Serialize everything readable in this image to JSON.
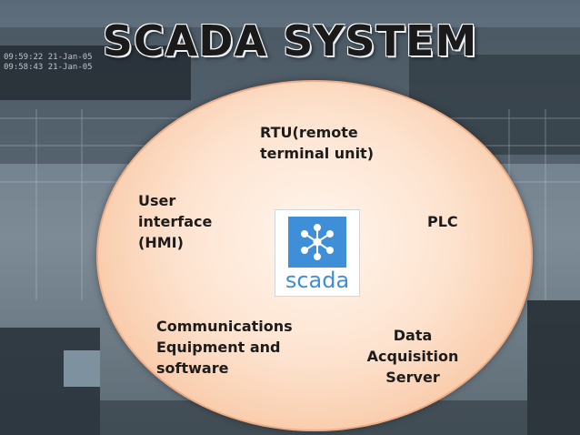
{
  "title": "SCADA SYSTEM",
  "nodes": {
    "rtu": "RTU(remote\nterminal unit)",
    "hmi": "User\ninterface\n(HMI)",
    "plc": "PLC",
    "comms": "Communications\nEquipment and\nsoftware",
    "daq": "Data\nAcquisition\nServer"
  },
  "logo": {
    "text": "scada",
    "icon": "network-node-icon",
    "color": "#3e8ed8"
  },
  "background": {
    "screen_lines": [
      "09:59:22  21-Jan-05",
      "09:58:43  21-Jan-05"
    ]
  },
  "colors": {
    "circle_fill": "#fde3cf",
    "circle_edge": "#f2b188",
    "title_text": "#1a1a1a"
  }
}
